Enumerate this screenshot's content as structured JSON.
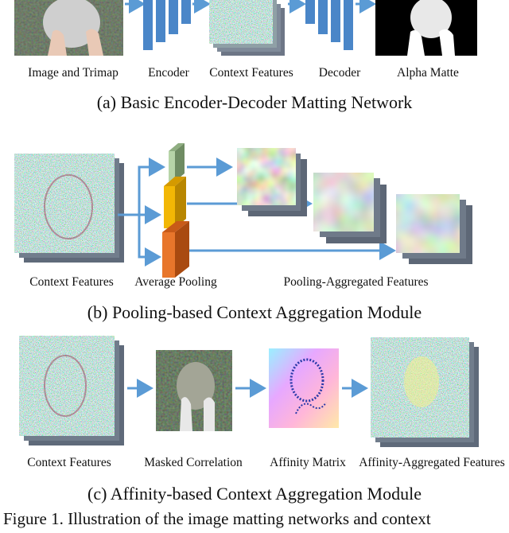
{
  "section_a": {
    "labels": {
      "image_trimap": "Image and Trimap",
      "encoder": "Encoder",
      "context_features": "Context Features",
      "decoder": "Decoder",
      "alpha_matte": "Alpha Matte"
    },
    "caption": "(a)  Basic Encoder-Decoder Matting Network"
  },
  "section_b": {
    "labels": {
      "context_features": "Context Features",
      "average_pooling": "Average Pooling",
      "pooling_aggregated": "Pooling-Aggregated Features"
    },
    "caption": "(b)  Pooling-based Context Aggregation Module"
  },
  "section_c": {
    "labels": {
      "context_features": "Context Features",
      "masked_correlation": "Masked Correlation",
      "affinity_matrix": "Affinity Matrix",
      "affinity_aggregated": "Affinity-Aggregated Features"
    },
    "caption": "(c)  Affinity-based Context Aggregation Module"
  },
  "footer": "Figure 1. Illustration of the image matting networks and context",
  "colors": {
    "arrow": "#5b9bd5",
    "block": "#4a86c8",
    "pool_green": "#b7d4a8",
    "pool_yellow": "#f2b705",
    "pool_orange": "#e8762b"
  }
}
